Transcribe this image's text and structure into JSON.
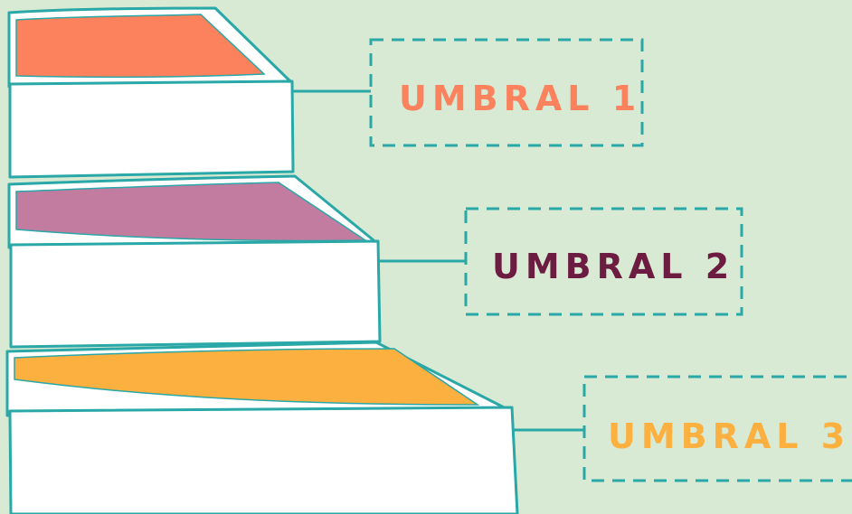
{
  "colors": {
    "background": "#d8ead3",
    "outline": "#2aa7a7",
    "shelf_fill": "#ffffff",
    "tier1_accent": "#fb825d",
    "tier2_accent": "#c27c9f",
    "tier3_accent": "#fbb040",
    "label1_text": "#fb825d",
    "label2_text": "#6b1c40",
    "label3_text": "#fbb040"
  },
  "labels": [
    {
      "text": "UMBRAL 1"
    },
    {
      "text": "UMBRAL 2"
    },
    {
      "text": "UMBRAL 3"
    }
  ]
}
